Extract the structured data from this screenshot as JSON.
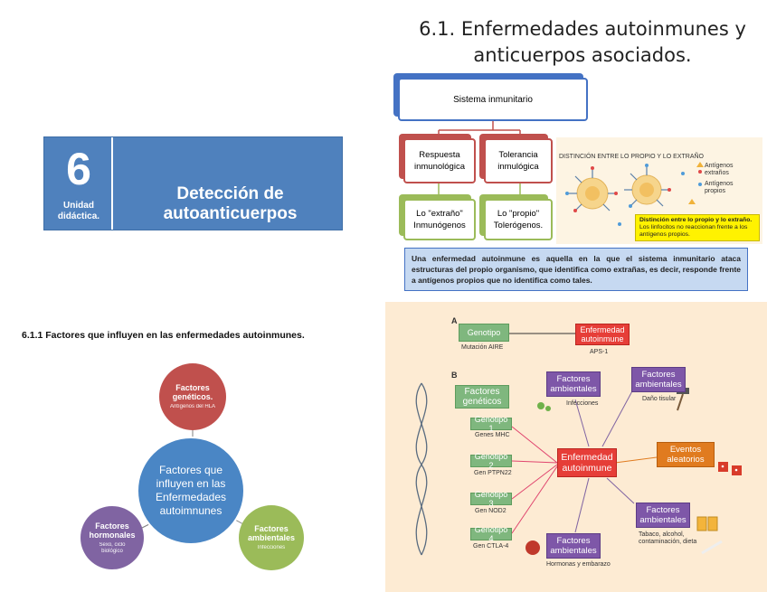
{
  "title": "6.1. Enfermedades autoinmunes y anticuerpos asociados.",
  "unit": {
    "number": "6",
    "label_line1": "Unidad",
    "label_line2": "didáctica.",
    "title_line1": "Detección de",
    "title_line2": "autoanticuerpos"
  },
  "immune": {
    "sistema": "Sistema inmunitario",
    "respuesta_line1": "Respuesta",
    "respuesta_line2": "inmunológica",
    "tolerancia_line1": "Tolerancia",
    "tolerancia_line2": "inmulógica",
    "extrano_line1": "Lo \"extraño\"",
    "extrano_line2": "Inmunógenos",
    "propio_line1": "Lo \"propio\"",
    "propio_line2": "Tolerógenos.",
    "definition": "Una enfermedad autoinmune es aquella en la que el sistema inmunitario ataca estructuras del propio organismo, que identifica como extrañas, es decir, responde frente a antígenos propios que no identifica como tales."
  },
  "distincion": {
    "heading": "DISTINCIÓN ENTRE LO PROPIO Y LO EXTRAÑO",
    "legend1_line1": "Antígenos",
    "legend1_line2": "extraños",
    "legend2_line1": "Antígenos",
    "legend2_line2": "propios",
    "caption_title": "Distinción entre lo propio y lo extraño.",
    "caption_body": "Los linfocitos no reaccionan frente a los antígenos propios."
  },
  "factors": {
    "section_title": "6.1.1 Factores que influyen en las enfermedades autoinmunes.",
    "center_line1": "Factores que",
    "center_line2": "influyen en las",
    "center_line3": "Enfermedades",
    "center_line4": "autoimnunes",
    "geneticos_line1": "Factores",
    "geneticos_line2": "genéticos.",
    "geneticos_sub": "Antígenos del HLA",
    "hormonales_line1": "Factores",
    "hormonales_line2": "hormonales",
    "hormonales_sub1": "Sexo, ciclo",
    "hormonales_sub2": "biológico",
    "ambientales_line1": "Factores",
    "ambientales_line2": "ambientales",
    "ambientales_sub": "Infecciones"
  },
  "panel": {
    "label_a": "A",
    "label_b": "B",
    "genotipo": "Genotipo",
    "mutacion": "Mutación AIRE",
    "enf_a_line1": "Enfermedad",
    "enf_a_line2": "autoinmune",
    "aps": "APS-1",
    "fg_line1": "Factores",
    "fg_line2": "genéticos",
    "g1": "Genotipo 1",
    "g1_sub": "Genes MHC",
    "g2": "Genotipo 2",
    "g2_sub": "Gen PTPN22",
    "g3": "Genotipo 3",
    "g3_sub": "Gen NOD2",
    "g4": "Genotipo 4",
    "g4_sub": "Gen CTLA-4",
    "fa1_line1": "Factores",
    "fa1_line2": "ambientales",
    "fa1_sub": "Infecciones",
    "fa2_line1": "Factores",
    "fa2_line2": "ambientales",
    "fa2_sub": "Daño tisular",
    "center_line1": "Enfermedad",
    "center_line2": "autoinmune",
    "ev_line1": "Eventos",
    "ev_line2": "aleatorios",
    "fa3_line1": "Factores",
    "fa3_line2": "ambientales",
    "fa3_sub1": "Tabaco, alcohol,",
    "fa3_sub2": "contaminación, dieta",
    "fa4_line1": "Factores",
    "fa4_line2": "ambientales",
    "fa4_sub": "Hormonas y embarazo"
  },
  "colors": {
    "unit_blue": "#4f81bd",
    "red": "#c0504d",
    "green": "#9bbb59",
    "purple": "#8064a2",
    "panel_bg": "#fdebd3"
  }
}
